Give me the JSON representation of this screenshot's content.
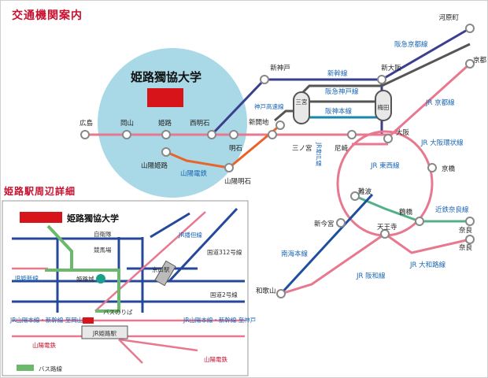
{
  "title": "交通機関案内",
  "campus": {
    "name": "姫路獨協大学"
  },
  "stations": {
    "kawaramachi": "河原町",
    "shinkobe": "新神戸",
    "osaka_t": "新大阪",
    "kyoto": "京都",
    "hiroshima": "広島",
    "okayama": "岡山",
    "himeji": "姫路",
    "nishiakashi": "西明石",
    "akashi": "明石",
    "sanyo_himeji": "山陽姫路",
    "sanyo_akashi": "山陽明石",
    "shinkaichi": "新開地",
    "sannomiya": "三宮",
    "sannomiya_jr": "三ノ宮",
    "umeda": "梅田",
    "amagasaki": "尼崎",
    "osaka": "大阪",
    "kyobashi": "京橋",
    "namba": "難波",
    "tsuruhashi": "鶴橋",
    "nara1": "奈良",
    "nara2": "奈良",
    "shinimamiya": "新今宮",
    "tennoji": "天王寺",
    "wakayama": "和歌山"
  },
  "lines": {
    "sanyo_shinkansen": "新幹線",
    "hankyu_kyoto": "阪急京都線",
    "hankyu_kobe": "阪急神戸線",
    "hanshin": "阪神本線",
    "kobe_kosoku": "神戸高速線",
    "jr_kyoto": "JR 京都線",
    "jr_kanjo": "JR 大阪環状線",
    "jr_kobe": "JR神戸線",
    "jr_tozai": "JR 東西線",
    "kintetsu_nara": "近鉄奈良線",
    "jr_yamatoji": "JR 大和路線",
    "jr_hanwa": "JR 阪和線",
    "nankai": "南海本線",
    "sanyo_dentetsu": "山陽電鉄"
  },
  "detail": {
    "heading": "姫路駅周辺詳細",
    "campus": "姫路獨協大学",
    "jieitai": "自衛隊",
    "keibajo": "競馬場",
    "bantan": "JR播但線",
    "route312": "国道312号線",
    "kyokuchi": "京口駅",
    "kishin": "JR姫新線",
    "himejijo": "姫路城",
    "route2": "国道2号線",
    "bus_stop": "バスのりば",
    "jr_west": "JR山陽本線・新幹線\n至岡山",
    "jr_east": "JR山陽本線・新幹線\n至神戸",
    "station": "JR姫路駅",
    "sanyo_w": "山陽電鉄",
    "sanyo_e": "山陽電鉄",
    "legend": "バス路線"
  },
  "colors": {
    "shinkansen": "#3a3f8f",
    "jr": "#e8788f",
    "hankyu": "#4b4b4b",
    "hanshin": "#168aa8",
    "sanyo": "#e8642a",
    "kintetsu": "#55b08a",
    "nankai": "#1e4f9e",
    "campus_bg": "#a9d8e6",
    "bus": "#6ab96c",
    "road": "#25489a"
  }
}
